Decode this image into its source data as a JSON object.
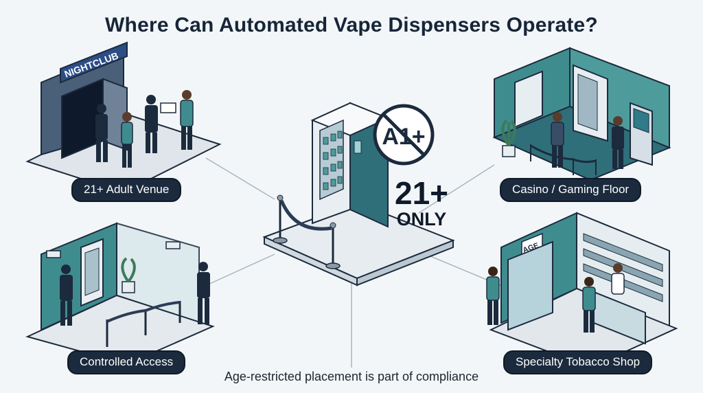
{
  "title": "Where Can Automated Vape Dispensers Operate?",
  "center": {
    "age_badge": "21+",
    "age_qualifier": "ONLY",
    "no_symbol_text": "A1+"
  },
  "venues": {
    "nightclub": {
      "label": "21+ Adult Venue",
      "sign": "NIGHTCLUB"
    },
    "casino": {
      "label": "Casino / Gaming Floor"
    },
    "controlled": {
      "label": "Controlled Access"
    },
    "tobacco": {
      "label": "Specialty Tobacco Shop",
      "sign": "AGE"
    }
  },
  "footnote": "Age-restricted placement is part of compliance",
  "colors": {
    "navy": "#1c2a3d",
    "teal": "#3f8c8f",
    "slate": "#4a5f78",
    "floor": "#e7ecf0"
  }
}
